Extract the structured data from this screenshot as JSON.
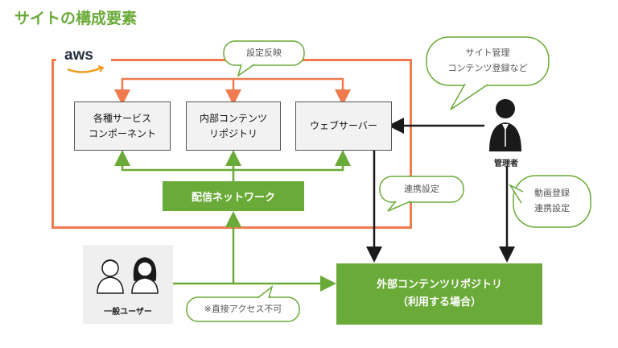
{
  "title": "サイトの構成要素",
  "aws_logo": "aws",
  "components": [
    {
      "label": "各種サービス\nコンポーネント"
    },
    {
      "label": "内部コンテンツ\nリポジトリ"
    },
    {
      "label": "ウェブサーバー"
    }
  ],
  "network_label": "配信ネットワーク",
  "external_repo": "外部コンテンツリポジトリ\n（利用する場合）",
  "bubbles": {
    "settings_reflect": "設定反映",
    "admin_tasks": "サイト管理\nコンテンツ登録など",
    "link_settings": "連携設定",
    "video_registration": "動画登録\n連携設定",
    "no_direct_access": "※直接アクセス不可"
  },
  "actors": {
    "admin": "管理者",
    "general_user": "一般ユーザー"
  },
  "colors": {
    "green": "#6aaa38",
    "orange": "#ef7b4f",
    "dark": "#1a1a1a"
  }
}
